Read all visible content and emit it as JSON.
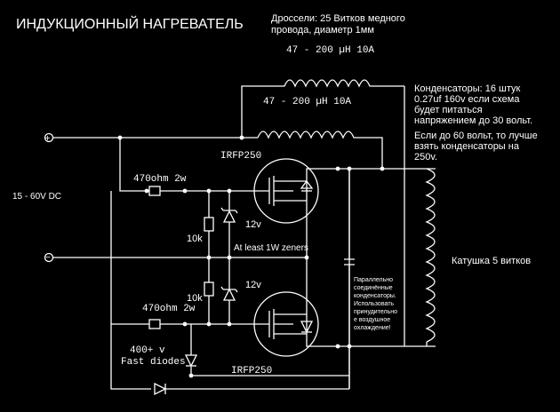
{
  "title": "ИНДУКЦИОННЫЙ НАГРЕВАТЕЛЬ",
  "choke_note": [
    "Дроссели: 25 Витков медного",
    "провода, диаметр 1мм"
  ],
  "choke_top_label": "47 - 200 µH 10A",
  "choke_bottom_label": "47 - 200 µH 10A",
  "capacitor_note": [
    "Конденсаторы: 16 штук",
    "0.27uf 160v если схема",
    "будет питаться",
    "напряжением до 30 вольт."
  ],
  "capacitor_note2": [
    "Если до 60 вольт, то лучше",
    "взять конденсаторы на",
    "250v."
  ],
  "supply_label": "15 - 60V DC",
  "plus_symbol": "+",
  "minus_symbol": "−",
  "mosfet_top": "IRFP250",
  "mosfet_bottom": "IRFP250",
  "res_top": "470ohm 2w",
  "res_bottom": "470ohm 2w",
  "res_10k_top": "10k",
  "res_10k_bottom": "10k",
  "zener_top": "12v",
  "zener_bottom": "12v",
  "zener_note": "At least 1W zeners",
  "diode_label": [
    "400+ v",
    "Fast diodes"
  ],
  "coil_label": "Катушка 5 витков",
  "parallel_cap_note": [
    "Параллельно",
    "соединённые",
    "конденсаторы.",
    "Использовать",
    "принудительно",
    "е воздушное",
    "охлаждение!"
  ]
}
